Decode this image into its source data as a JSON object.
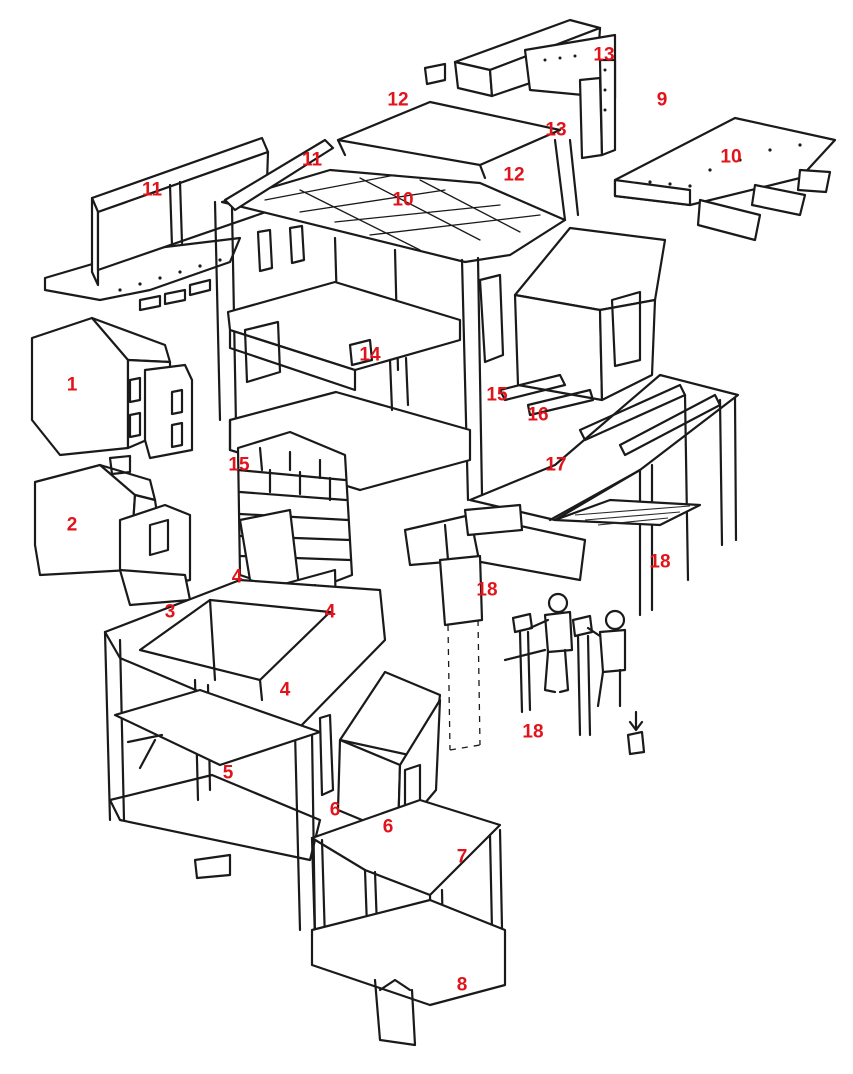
{
  "diagram": {
    "label_color": "#e0141a",
    "line_color": "#1a1a1a",
    "callouts": [
      {
        "id": "c1",
        "text": "1"
      },
      {
        "id": "c2",
        "text": "2"
      },
      {
        "id": "c3",
        "text": "3"
      },
      {
        "id": "c4a",
        "text": "4"
      },
      {
        "id": "c4b",
        "text": "4"
      },
      {
        "id": "c4c",
        "text": "4"
      },
      {
        "id": "c5",
        "text": "5"
      },
      {
        "id": "c6a",
        "text": "6"
      },
      {
        "id": "c6b",
        "text": "6"
      },
      {
        "id": "c7",
        "text": "7"
      },
      {
        "id": "c8",
        "text": "8"
      },
      {
        "id": "c9",
        "text": "9"
      },
      {
        "id": "c10a",
        "text": "10"
      },
      {
        "id": "c10b",
        "text": "10"
      },
      {
        "id": "c11a",
        "text": "11"
      },
      {
        "id": "c11b",
        "text": "11"
      },
      {
        "id": "c12a",
        "text": "12"
      },
      {
        "id": "c12b",
        "text": "12"
      },
      {
        "id": "c13a",
        "text": "13"
      },
      {
        "id": "c13b",
        "text": "13"
      },
      {
        "id": "c14",
        "text": "14"
      },
      {
        "id": "c15a",
        "text": "15"
      },
      {
        "id": "c15b",
        "text": "15"
      },
      {
        "id": "c16",
        "text": "16"
      },
      {
        "id": "c17",
        "text": "17"
      },
      {
        "id": "c18a",
        "text": "18"
      },
      {
        "id": "c18b",
        "text": "18"
      },
      {
        "id": "c18c",
        "text": "18"
      }
    ]
  }
}
